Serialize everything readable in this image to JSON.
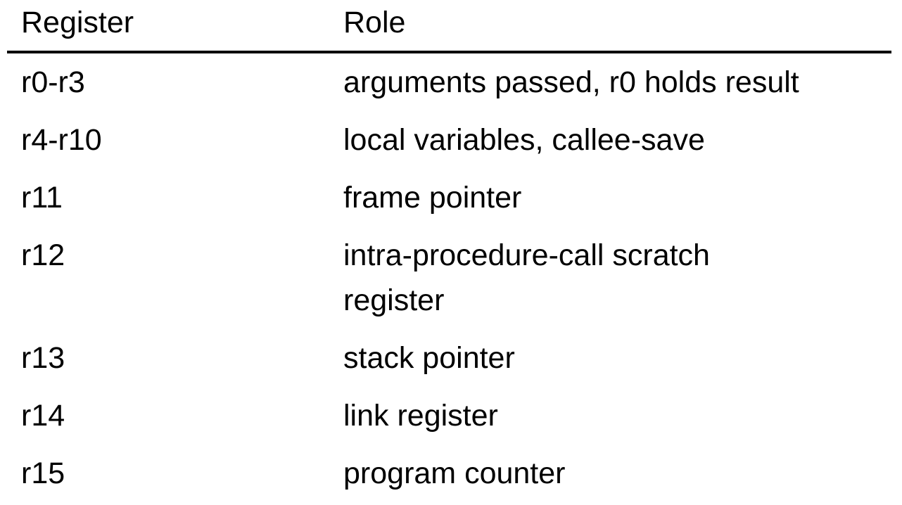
{
  "table": {
    "header": {
      "register": "Register",
      "role": "Role"
    },
    "rows": [
      {
        "register": "r0-r3",
        "role": "arguments passed, r0 holds result"
      },
      {
        "register": "r4-r10",
        "role": "local variables, callee-save"
      },
      {
        "register": "r11",
        "role": "frame pointer"
      },
      {
        "register": "r12",
        "role": "intra-procedure-call scratch\nregister"
      },
      {
        "register": "r13",
        "role": "stack pointer"
      },
      {
        "register": "r14",
        "role": "link register"
      },
      {
        "register": "r15",
        "role": "program counter"
      }
    ],
    "colors": {
      "background": "#ffffff",
      "text": "#000000",
      "rule": "#000000"
    }
  }
}
